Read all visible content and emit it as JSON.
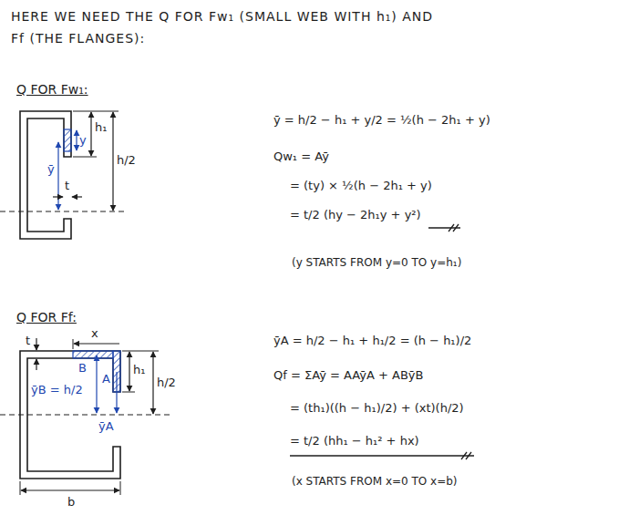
{
  "diagram": {
    "title": "HERE WE NEED THE Q FOR Fw₁ (SMALL WEB WITH h₁) AND Ff (THE FLANGES):",
    "labels": [
      "Q FOR Fw₁:",
      "ȳ",
      "y",
      "h₁",
      "h/2",
      "t",
      "ȳ = h/2 − h₁ + y/2 = ½(h − 2h₁ + y)",
      "Qw₁ = Aȳ",
      "= (ty) × ½(h − 2h₁ + y)",
      "= t/2 (hy − 2h₁y + y²)",
      "(y STARTS FROM y=0 TO y=h₁)",
      "Q FOR Ff:",
      "t",
      "x",
      "B",
      "A",
      "ȳB = h/2",
      "ȳA",
      "h₁",
      "h/2",
      "b",
      "ȳA = h/2 − h₁ + h₁/2 = (h − h₁)/2",
      "Qf = ΣAȳ = AAȳA + ABȳB",
      "= (th₁)((h − h₁)/2) + (xt)(h/2)",
      "= t/2 (hh₁ − h₁² + hx)",
      "(x STARTS FROM x=0 TO x=b)"
    ]
  }
}
